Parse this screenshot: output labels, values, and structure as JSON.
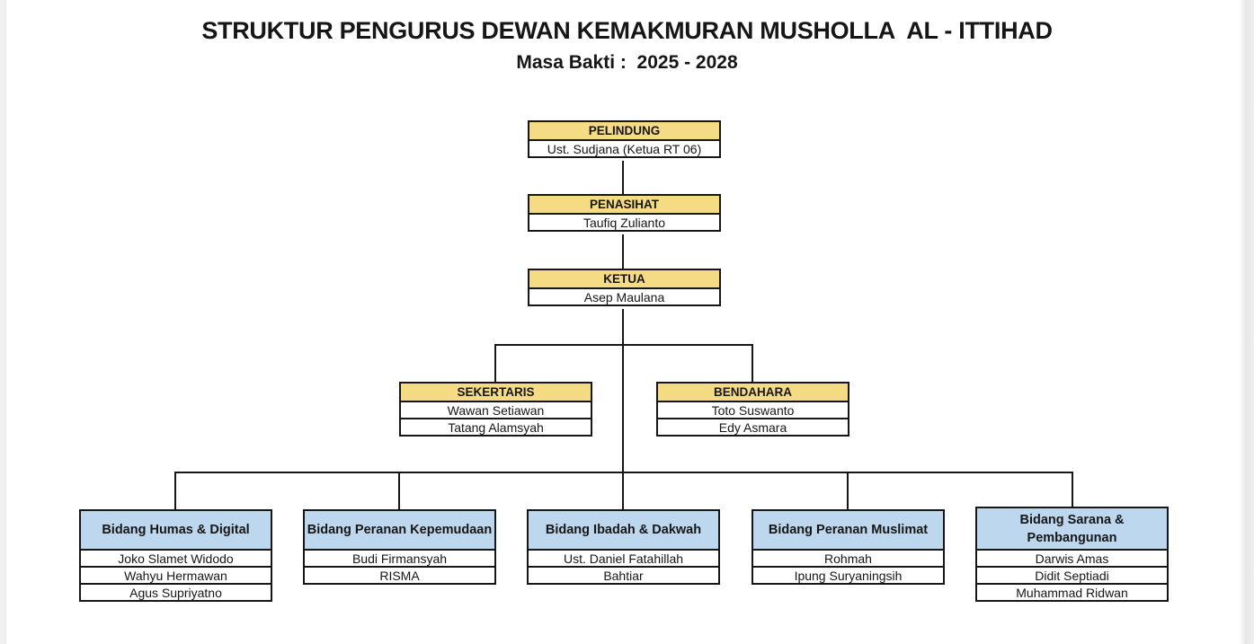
{
  "title": "STRUKTUR PENGURUS DEWAN KEMAKMURAN MUSHOLLA  AL - ITTIHAD",
  "subtitle": "Masa Bakti :  2025 - 2028",
  "colors": {
    "header_gold": "#F5DB84",
    "header_blue": "#BDD7EE",
    "line": "#161616"
  },
  "nodes": {
    "pelindung": {
      "title": "PELINDUNG",
      "members": [
        "Ust. Sudjana (Ketua RT 06)"
      ]
    },
    "penasihat": {
      "title": "PENASIHAT",
      "members": [
        "Taufiq Zulianto"
      ]
    },
    "ketua": {
      "title": "KETUA",
      "members": [
        "Asep Maulana"
      ]
    },
    "sekertaris": {
      "title": "SEKERTARIS",
      "members": [
        "Wawan Setiawan",
        "Tatang Alamsyah"
      ]
    },
    "bendahara": {
      "title": "BENDAHARA",
      "members": [
        "Toto Suswanto",
        "Edy Asmara"
      ]
    },
    "humas": {
      "title": "Bidang Humas & Digital",
      "members": [
        "Joko Slamet Widodo",
        "Wahyu Hermawan",
        "Agus Supriyatno"
      ]
    },
    "kepemudaan": {
      "title": "Bidang Peranan Kepemudaan",
      "members": [
        "Budi Firmansyah",
        "RISMA"
      ]
    },
    "ibadah": {
      "title": "Bidang Ibadah & Dakwah",
      "members": [
        "Ust. Daniel Fatahillah",
        "Bahtiar"
      ]
    },
    "muslimat": {
      "title": "Bidang Peranan Muslimat",
      "members": [
        "Rohmah",
        "Ipung Suryaningsih"
      ]
    },
    "sarana": {
      "title": "Bidang Sarana & Pembangunan",
      "members": [
        "Darwis Amas",
        "Didit Septiadi",
        "Muhammad Ridwan"
      ]
    }
  }
}
